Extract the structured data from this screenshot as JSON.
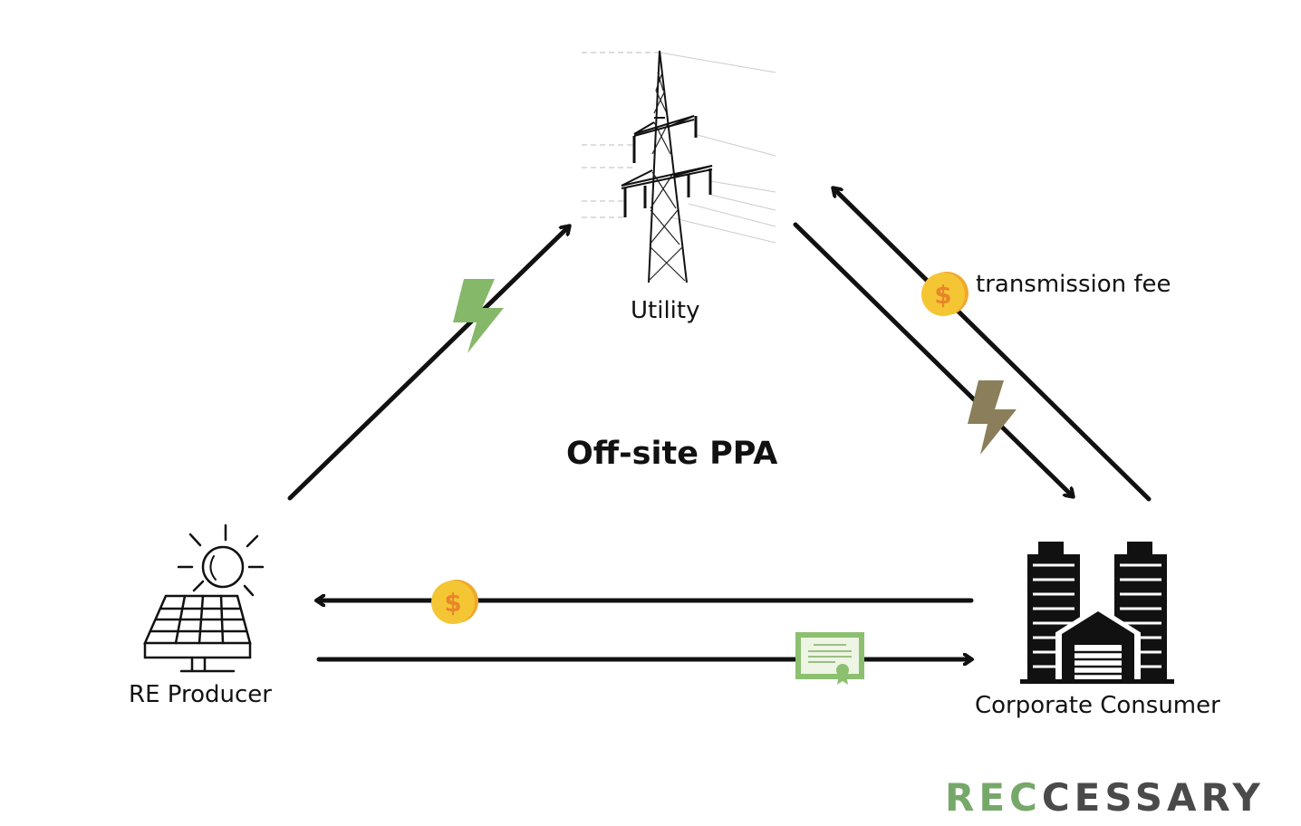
{
  "title": "Off-site PPA",
  "nodes": {
    "utility": {
      "label": "Utility",
      "icon": "transmission-tower-icon"
    },
    "producer": {
      "label": "RE Producer",
      "icon": "solar-panel-icon"
    },
    "consumer": {
      "label": "Corporate Consumer",
      "icon": "office-buildings-icon"
    }
  },
  "flows": [
    {
      "from": "RE Producer",
      "to": "Utility",
      "icon": "lightning-icon",
      "color": "#86b86a"
    },
    {
      "from": "Utility",
      "to": "Corporate Consumer",
      "icon": "lightning-icon",
      "color": "#8a7f5a"
    },
    {
      "from": "Corporate Consumer",
      "to": "Utility",
      "icon": "coin-icon",
      "label": "transmission fee"
    },
    {
      "from": "Corporate Consumer",
      "to": "RE Producer",
      "icon": "coin-icon"
    },
    {
      "from": "RE Producer",
      "to": "Corporate Consumer",
      "icon": "certificate-icon"
    }
  ],
  "annotations": {
    "transmission_fee": "transmission fee"
  },
  "brand": {
    "part1": "REC",
    "part2": "CESSARY",
    "color_green": "#76a86a",
    "color_gray": "#4a4a4a"
  },
  "colors": {
    "arrow": "#111111",
    "coin": "#f2c12e",
    "bolt_green": "#86b86a",
    "bolt_olive": "#8a7f5a",
    "certificate": "#8cc070"
  }
}
